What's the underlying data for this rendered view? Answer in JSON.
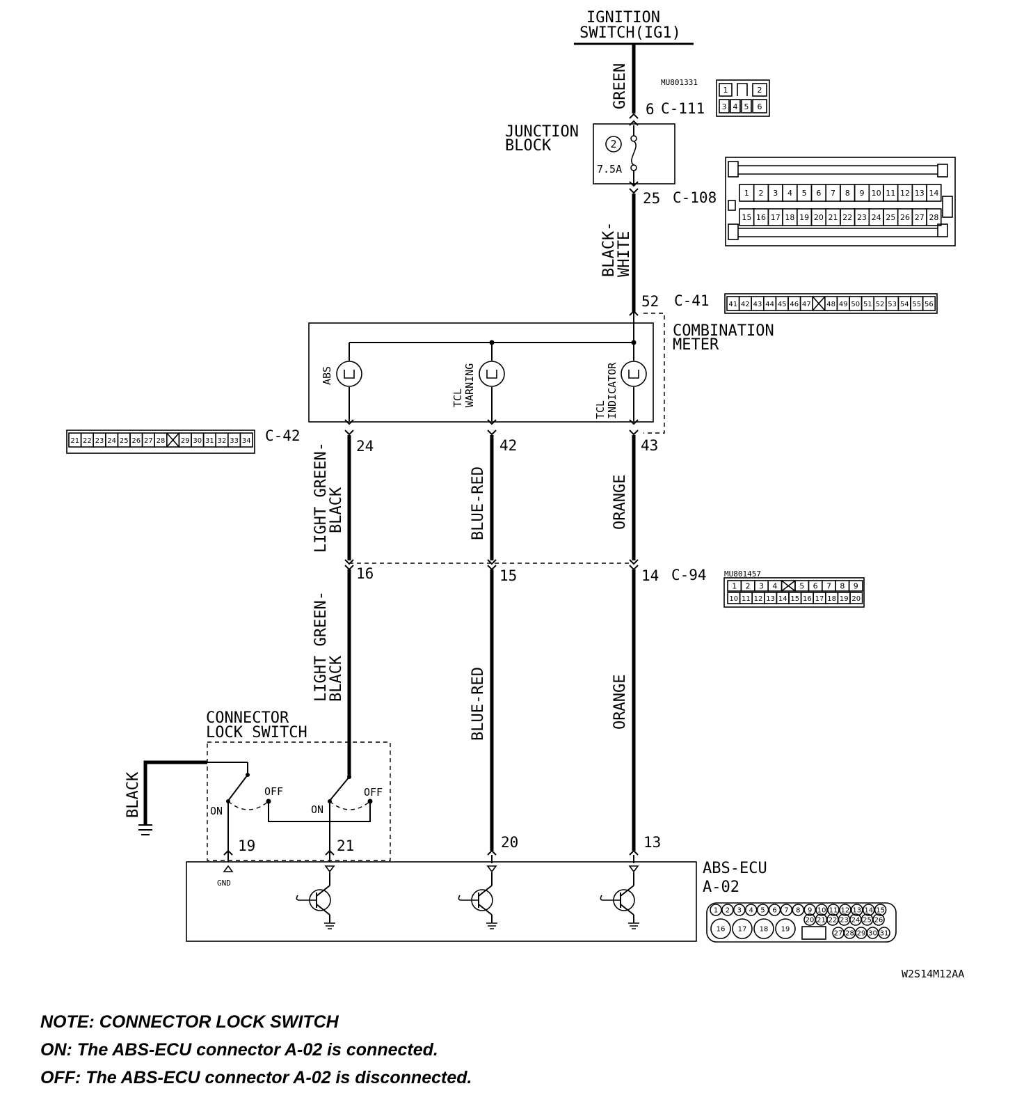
{
  "ignition": {
    "line1": "IGNITION",
    "line2": "SWITCH(IG1)"
  },
  "wires": {
    "green": "GREEN",
    "black_white_1": "BLACK-",
    "black_white_2": "WHITE",
    "lgb_1": "LIGHT GREEN-",
    "lgb_2": "BLACK",
    "blue_red": "BLUE-RED",
    "orange": "ORANGE",
    "black": "BLACK"
  },
  "junction_block": {
    "line1": "JUNCTION",
    "line2": "BLOCK",
    "fuse_no": "2",
    "fuse_rating": "7.5A"
  },
  "combination_meter": {
    "line1": "COMBINATION",
    "line2": "METER",
    "lamp_abs": "ABS",
    "tcl": "TCL",
    "warning": "WARNING",
    "indicator": "INDICATOR"
  },
  "connector_lock_switch": {
    "line1": "CONNECTOR",
    "line2": "LOCK SWITCH",
    "on": "ON",
    "off": "OFF"
  },
  "abs_ecu": {
    "name": "ABS-ECU",
    "code": "A-02",
    "gnd": "GND"
  },
  "connectors": {
    "c111": {
      "pin": "6",
      "code": "C-111",
      "part": "MU801331",
      "cells": [
        "1",
        "2",
        "3",
        "4",
        "5",
        "6"
      ]
    },
    "c108": {
      "pin": "25",
      "code": "C-108",
      "row1": [
        "1",
        "2",
        "3",
        "4",
        "5",
        "6",
        "7",
        "8",
        "9",
        "10",
        "11",
        "12",
        "13",
        "14"
      ],
      "row2": [
        "15",
        "16",
        "17",
        "18",
        "19",
        "20",
        "21",
        "22",
        "23",
        "24",
        "25",
        "26",
        "27",
        "28"
      ]
    },
    "c41": {
      "pin": "52",
      "code": "C-41",
      "cells": [
        "41",
        "42",
        "43",
        "44",
        "45",
        "46",
        "47",
        "",
        "48",
        "49",
        "50",
        "51",
        "52",
        "53",
        "54",
        "55",
        "56"
      ]
    },
    "c42": {
      "code": "C-42",
      "pin_abs": "24",
      "pin_warn": "42",
      "pin_ind": "43",
      "cells": [
        "21",
        "22",
        "23",
        "24",
        "25",
        "26",
        "27",
        "28",
        "",
        "29",
        "30",
        "31",
        "32",
        "33",
        "34"
      ]
    },
    "c94": {
      "code": "C-94",
      "part": "MU801457",
      "pin_lgb": "16",
      "pin_br": "15",
      "pin_or": "14",
      "row1": [
        "1",
        "2",
        "3",
        "4",
        "",
        "5",
        "6",
        "7",
        "8",
        "9"
      ],
      "row2": [
        "10",
        "11",
        "12",
        "13",
        "14",
        "15",
        "16",
        "17",
        "18",
        "19",
        "20"
      ]
    },
    "a02": {
      "pin_gnd": "19",
      "pin_lgb": "21",
      "pin_br": "20",
      "pin_or": "13",
      "row1": [
        "1",
        "2",
        "3",
        "4",
        "5",
        "6",
        "7",
        "8",
        "9",
        "10",
        "11",
        "12",
        "13",
        "14",
        "15"
      ],
      "row_big": [
        "16",
        "17",
        "18",
        "19"
      ],
      "row2": [
        "20",
        "21",
        "22",
        "23",
        "24",
        "25",
        "26"
      ],
      "row3": [
        "27",
        "28",
        "29",
        "30",
        "31"
      ]
    }
  },
  "figure_code": "W2S14M12AA",
  "notes": {
    "line1": "NOTE: CONNECTOR LOCK SWITCH",
    "line2": "ON: The ABS-ECU connector A-02 is connected.",
    "line3": "OFF: The ABS-ECU connector A-02 is disconnected."
  }
}
